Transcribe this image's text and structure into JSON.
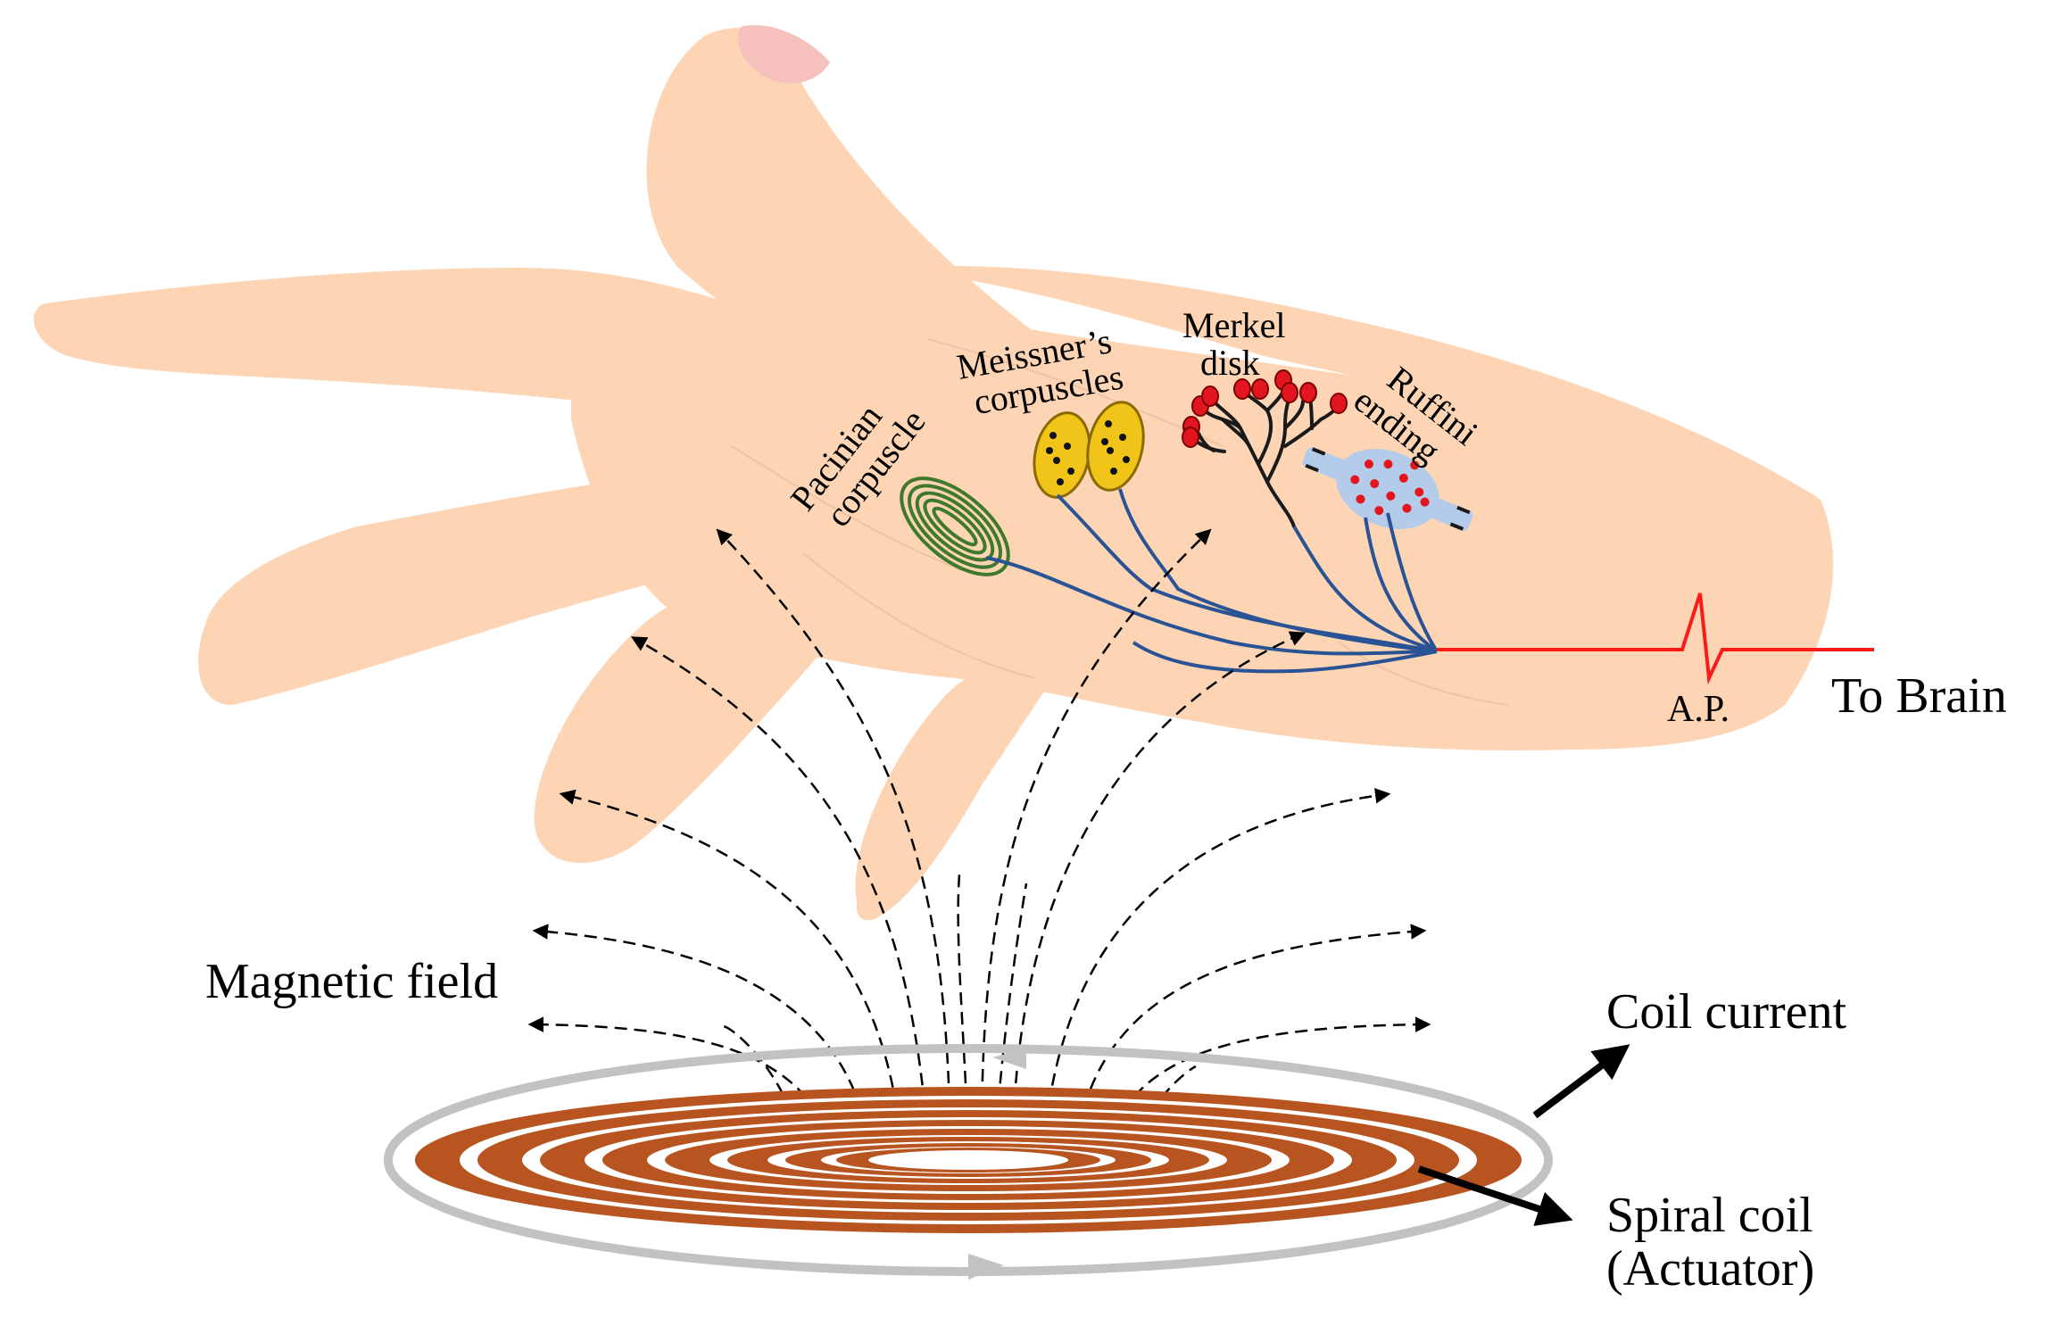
{
  "labels": {
    "pacinian": [
      "Pacinian",
      "corpuscle"
    ],
    "meissner": [
      "Meissner’s",
      "corpuscles"
    ],
    "merkel": [
      "Merkel",
      "disk"
    ],
    "ruffini": [
      "Ruffini",
      "ending"
    ],
    "action_potential": "A.P.",
    "to_brain": "To Brain",
    "magnetic_field": "Magnetic field",
    "coil_current": "Coil current",
    "spiral_coil": [
      "Spiral coil",
      "(Actuator)"
    ]
  },
  "colors": {
    "skin": "#fdd5b5",
    "skin_edge": "#e9bca0",
    "coil": "#b85420",
    "current_loop": "#c2c2c2",
    "nerve": "#2a5396",
    "action_potential": "#ff1a1a",
    "pacinian": "#3f7a2c",
    "meissner_fill": "#f0c419",
    "merkel_cell": "#e3161f",
    "ruffini_fill": "#b4cce9",
    "field_line": "#000000"
  },
  "icons": {
    "field_arrow": "arrow-head",
    "current_direction": "triangle-arrow"
  }
}
